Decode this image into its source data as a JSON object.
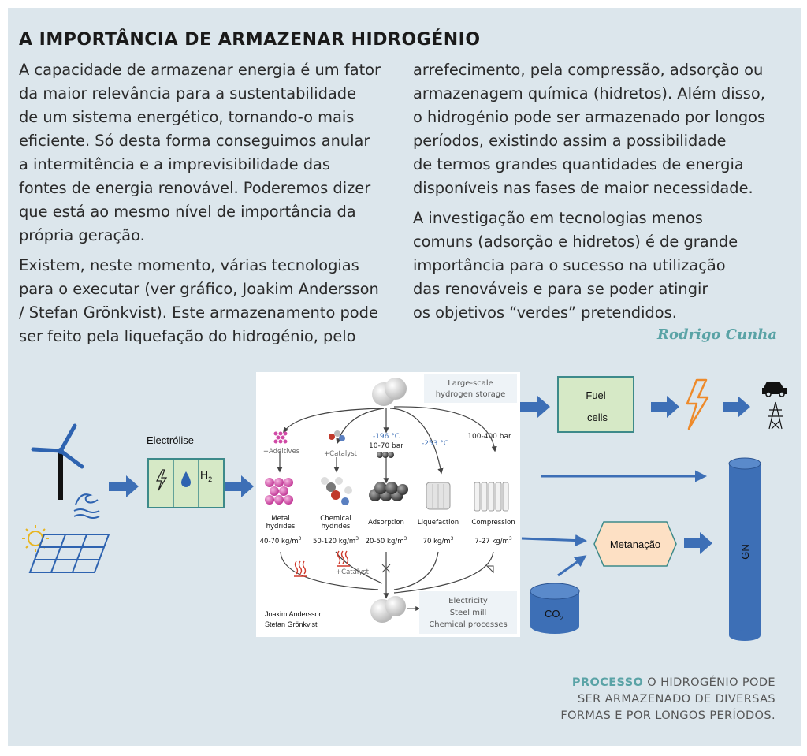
{
  "article": {
    "title": "A IMPORTÂNCIA DE ARMAZENAR HIDROGÉNIO",
    "col1_p1": "A capacidade de armazenar energia é um fator\nda maior relevância para a sustentabilidade\nde um sistema energético, tornando-o mais\neficiente. Só desta forma conseguimos anular\na intermitência e a imprevisibilidade das\nfontes de energia renovável. Poderemos dizer\nque está ao mesmo nível de importância da\nprópria geração.",
    "col1_p2": "Existem, neste momento, várias tecnologias\npara o executar (ver gráfico, Joakim Andersson\n/ Stefan Grönkvist). Este armazenamento pode\nser feito pela liquefação do hidrogénio, pelo",
    "col2_p1": "arrefecimento, pela compressão, adsorção ou\narmazenagem química (hidretos). Além disso,\no hidrogénio pode ser armazenado por longos\nperíodos, existindo assim a possibilidade\nde termos grandes quantidades de energia\ndisponíveis nas fases de maior necessidade.",
    "col2_p2": "A investigação em tecnologias menos\ncomuns (adsorção e hidretos) é de grande\nimportância para o sucesso na utilização\ndas renováveis e para se poder atingir\nos objetivos “verdes” pretendidos.",
    "author": "Rodrigo Cunha"
  },
  "diagram": {
    "electrolysis_label": "Electrólise",
    "h2_label": "H",
    "h2_sub": "2",
    "storage_title": "Large-scale",
    "storage_title2": "hydrogen storage",
    "cond_additives": "+Additives",
    "cond_catalyst": "+Catalyst",
    "cond_temp1": "-196 °C",
    "cond_pressure1": "10-70 bar",
    "cond_temp2": "-253 °C",
    "cond_pressure2": "100-400 bar",
    "tech": [
      {
        "line1": "Metal",
        "line2": "hydrides",
        "density": "40-70 kg/m",
        "sup": "3"
      },
      {
        "line1": "Chemical",
        "line2": "hydrides",
        "density": "50-120 kg/m",
        "sup": "3"
      },
      {
        "line1": "Adsorption",
        "line2": "",
        "density": "20-50 kg/m",
        "sup": "3"
      },
      {
        "line1": "Liquefaction",
        "line2": "",
        "density": "70 kg/m",
        "sup": "3"
      },
      {
        "line1": "Compression",
        "line2": "",
        "density": "7-27 kg/m",
        "sup": "3"
      }
    ],
    "cond_catalyst2": "+Catalyst",
    "credit1": "Joakim Andersson",
    "credit2": "Stefan Grönkvist",
    "uses": [
      "Electricity",
      "Steel mill",
      "Chemical processes"
    ],
    "fuel_cells1": "Fuel",
    "fuel_cells2": "cells",
    "methanation": "Metanação",
    "co2_label": "CO",
    "co2_sub": "2",
    "gn_label": "GN",
    "colors": {
      "arrow": "#3d6fb6",
      "box_fill": "#d6e9c6",
      "box_border": "#3d8a8a",
      "methanation_fill": "#fde0c4",
      "lightning": "#ee8a2a",
      "cylinder": "#3d6fb6"
    }
  },
  "caption": {
    "lead": "PROCESSO",
    "line1": " O HIDROGÉNIO PODE",
    "line2": "SER  ARMAZENADO DE DIVERSAS",
    "line3": "FORMAS E POR LONGOS PERÍODOS."
  }
}
